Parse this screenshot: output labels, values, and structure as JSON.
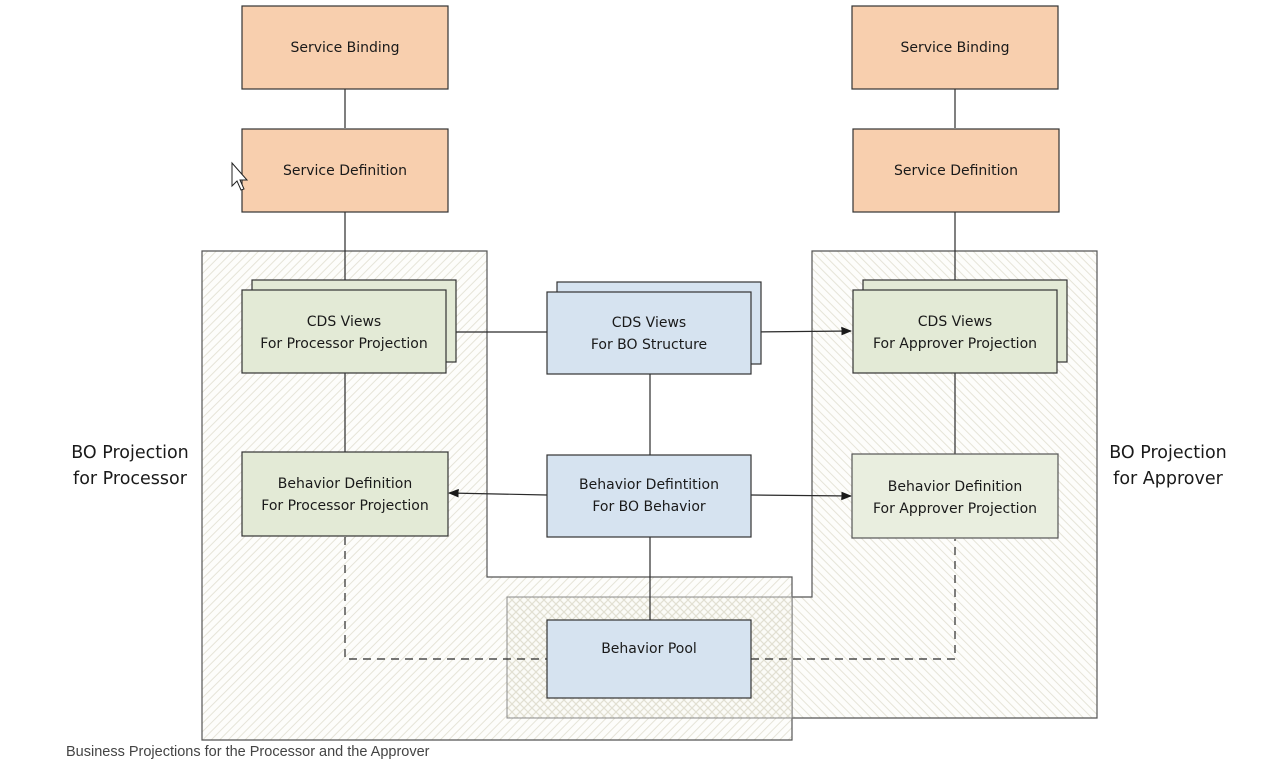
{
  "nodes": {
    "service_binding_left": {
      "label": "Service Binding"
    },
    "service_definition_left": {
      "label": "Service Definition"
    },
    "service_binding_right": {
      "label": "Service Binding"
    },
    "service_definition_right": {
      "label": "Service Definition"
    },
    "cds_views_processor": {
      "line1": "CDS Views",
      "line2": "For Processor Projection"
    },
    "cds_views_bo_structure": {
      "line1": "CDS Views",
      "line2": "For BO Structure"
    },
    "cds_views_approver": {
      "line1": "CDS Views",
      "line2": "For Approver Projection"
    },
    "behavior_definition_processor": {
      "line1": "Behavior Definition",
      "line2": "For Processor Projection"
    },
    "behavior_definition_bo": {
      "line1": "Behavior Defintition",
      "line2": "For BO Behavior"
    },
    "behavior_definition_approver": {
      "line1": "Behavior Definition",
      "line2": "For Approver Projection"
    },
    "behavior_pool": {
      "label": "Behavior Pool"
    }
  },
  "regions": {
    "processor": {
      "line1": "BO Projection",
      "line2": "for Processor"
    },
    "approver": {
      "line1": "BO Projection",
      "line2": "for Approver"
    }
  },
  "caption": "Business Projections for the Processor and the Approver",
  "colors": {
    "service_box_fill": "#f8cfae",
    "projection_box_fill": "#e3ead6",
    "core_box_fill": "#d6e3f0",
    "box_stroke": "#333333",
    "region_hatch": "#e4e2d6"
  }
}
